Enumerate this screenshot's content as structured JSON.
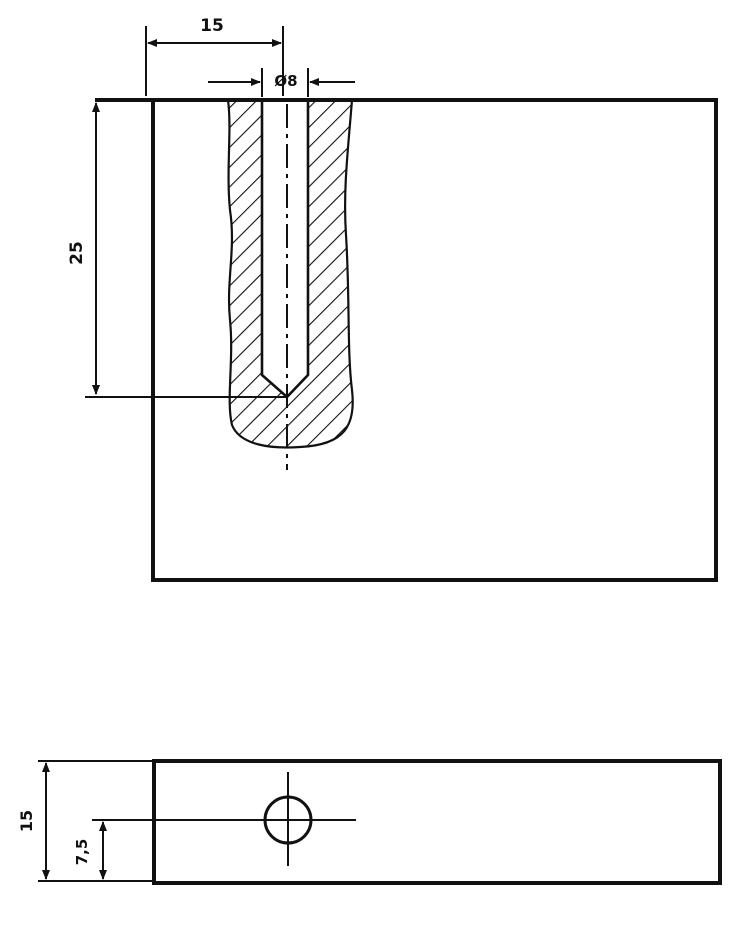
{
  "drawing": {
    "front_view": {
      "dim_hole_x": "15",
      "dim_hole_diameter": "Ø8",
      "dim_hole_depth": "25"
    },
    "bottom_view": {
      "dim_height": "15",
      "dim_hole_center": "7,5"
    },
    "colors": {
      "line": "#111111",
      "background": "#ffffff"
    }
  }
}
